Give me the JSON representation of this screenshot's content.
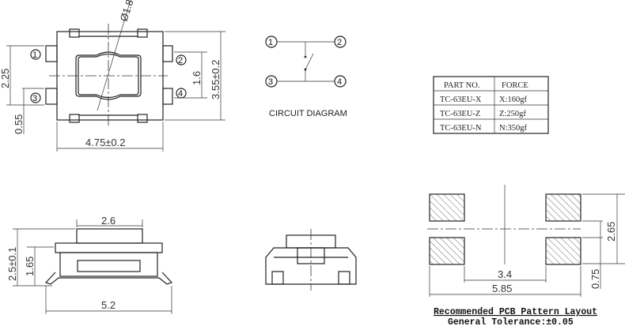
{
  "top_view": {
    "diameter": "Ø1.8",
    "dim_height_pins": "2.25",
    "dim_pin_width": "0.55",
    "dim_pin_pitch": "1.6",
    "dim_body_height": "3.55±0.2",
    "dim_body_width": "4.75±0.2",
    "pins": [
      "1",
      "2",
      "3",
      "4"
    ]
  },
  "circuit": {
    "title": "CIRCUIT DIAGRAM",
    "pins": [
      "1",
      "2",
      "3",
      "4"
    ]
  },
  "parts_table": {
    "headers": [
      "PART NO.",
      "FORCE"
    ],
    "rows": [
      [
        "TC-63EU-X",
        "X:160gf"
      ],
      [
        "TC-63EU-Z",
        "Z:250gf"
      ],
      [
        "TC-63EU-N",
        "N:350gf"
      ]
    ]
  },
  "side_view": {
    "dim_plunger": "2.6",
    "dim_width": "5.2",
    "dim_height": "2.5±0.1",
    "dim_body_height": "1.65"
  },
  "pcb_layout": {
    "dim_inner": "3.4",
    "dim_outer": "5.85",
    "dim_height": "2.65",
    "dim_pad": "0.75",
    "caption": "Recommended PCB Pattern Layout",
    "tolerance": "General Tolerance:±0.05"
  }
}
